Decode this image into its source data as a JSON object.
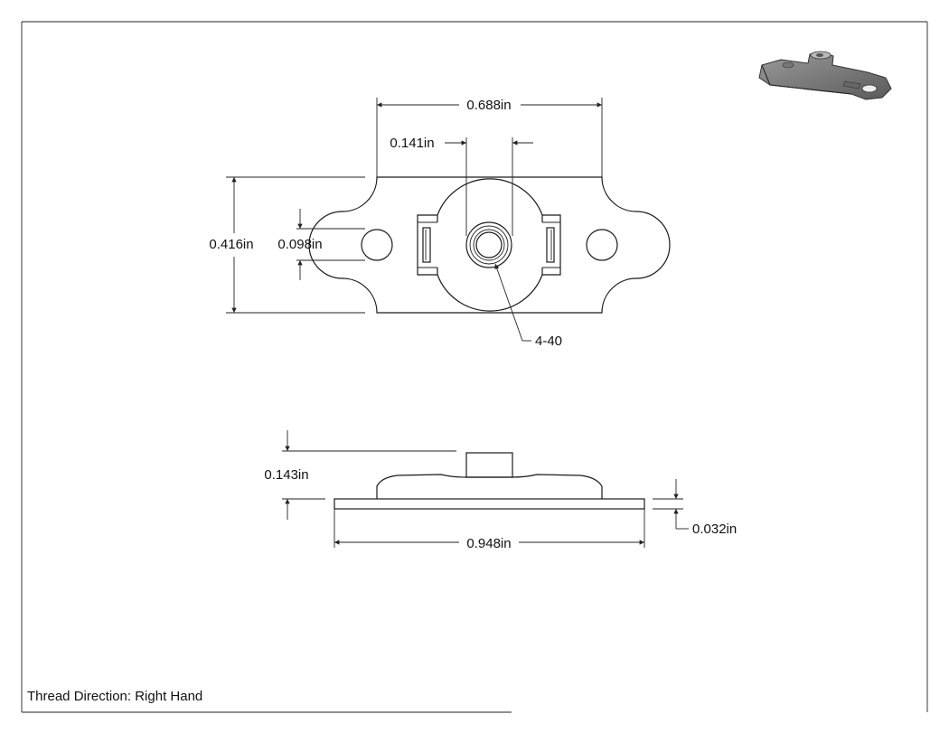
{
  "drawing": {
    "dimensions": {
      "overall_width_top": "0.688in",
      "center_boss_width": "0.141in",
      "overall_height": "0.416in",
      "hole_diameter": "0.098in",
      "thread_callout": "4-40",
      "boss_height": "0.143in",
      "overall_length": "0.948in",
      "flange_thickness": "0.032in"
    },
    "footer": {
      "thread_direction": "Thread Direction: Right Hand"
    }
  }
}
